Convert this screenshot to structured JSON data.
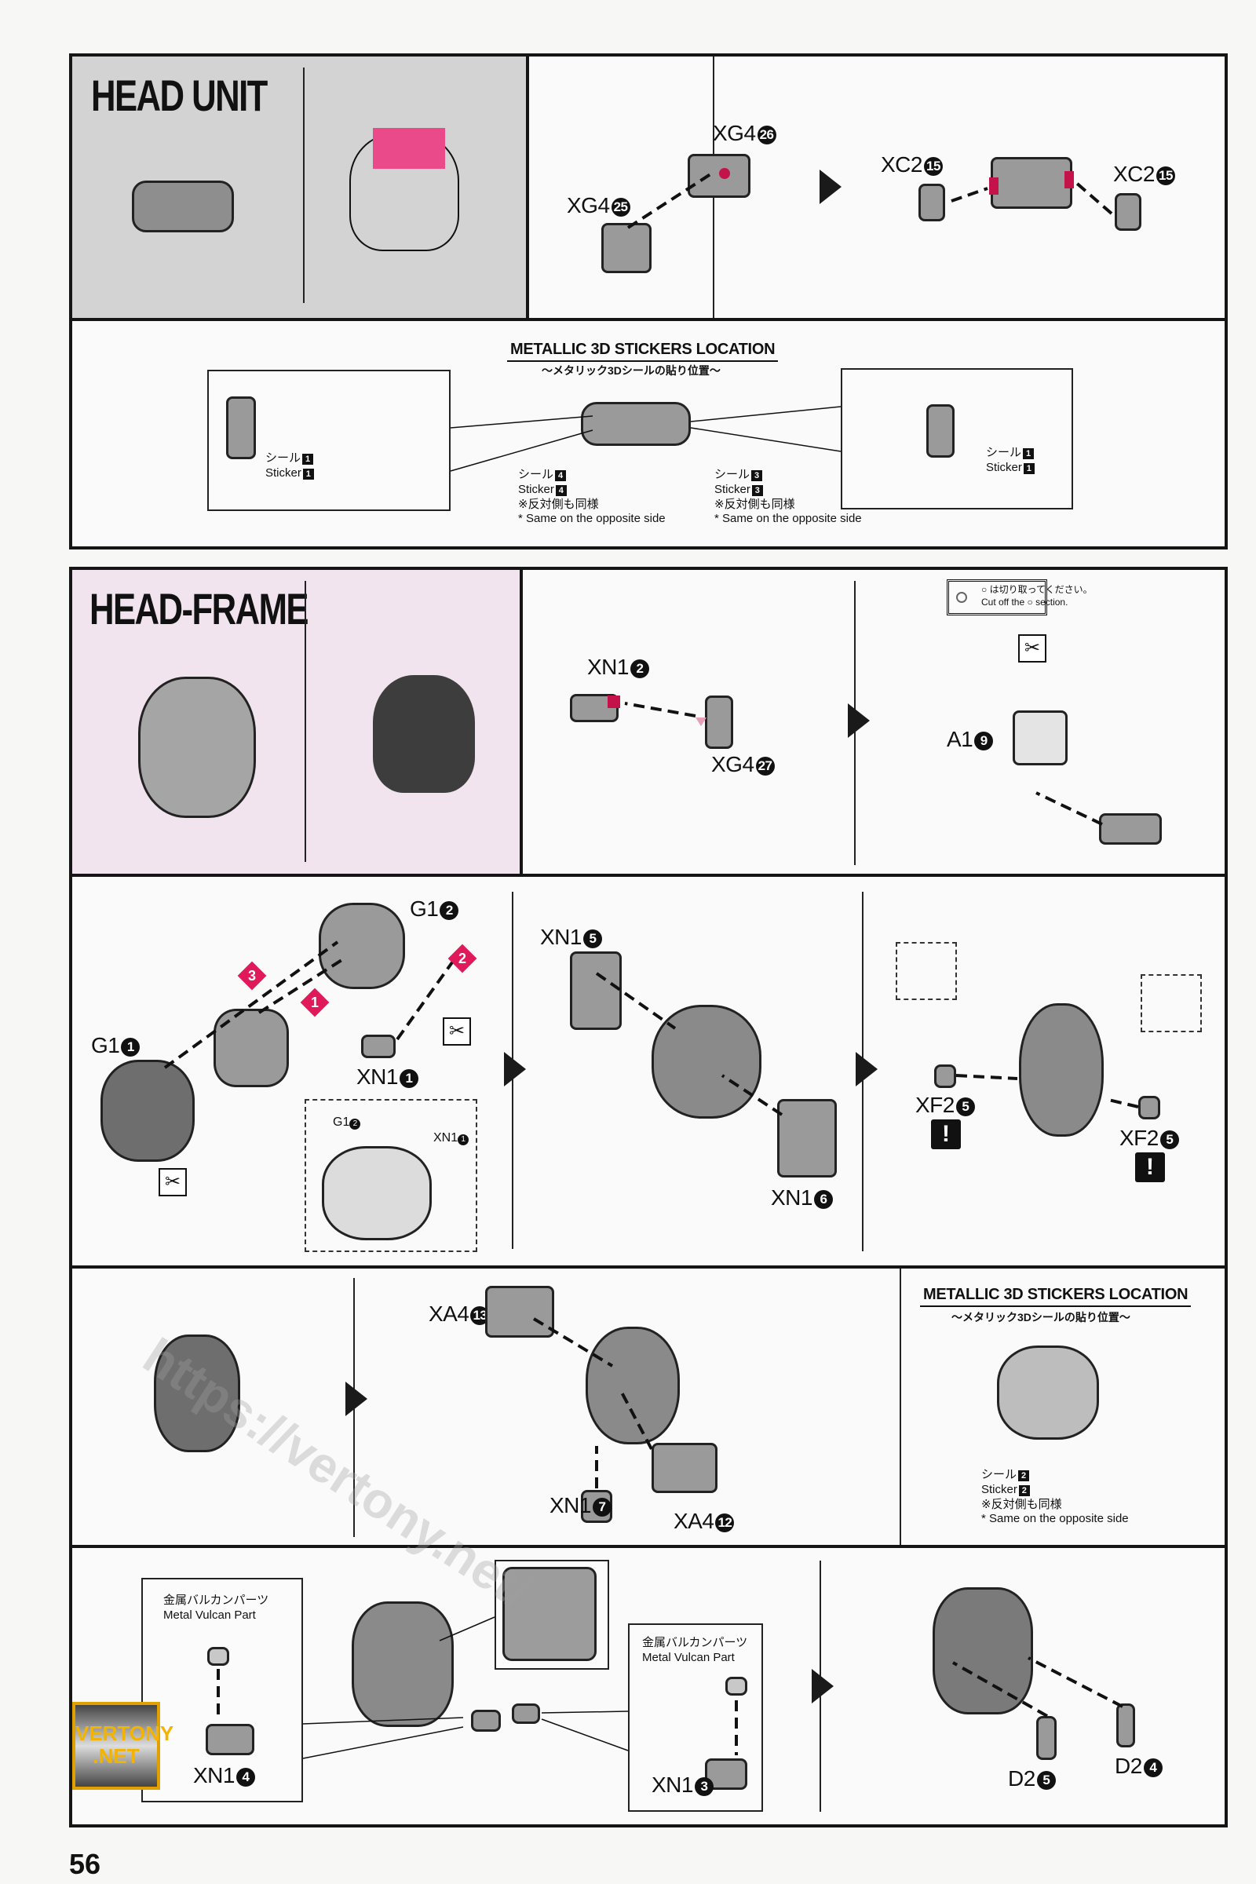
{
  "page_number": "56",
  "colors": {
    "accent_pink": "#e01a5a",
    "part_red": "#c4124a",
    "head_unit_bg": "#d3d3d3",
    "head_frame_bg": "#f1e4ee",
    "line": "#151515"
  },
  "head_unit": {
    "title": "HEAD UNIT",
    "step1": {
      "parts": [
        {
          "code": "XG4",
          "num": "25"
        },
        {
          "code": "XG4",
          "num": "26"
        }
      ]
    },
    "step2": {
      "parts": [
        {
          "code": "XC2",
          "num": "15"
        },
        {
          "code": "XC2",
          "num": "15"
        }
      ]
    },
    "stickers": {
      "title": "METALLIC 3D STICKERS LOCATION",
      "subtitle": "〜メタリック3Dシールの貼り位置〜",
      "callouts": [
        {
          "jp": "シール",
          "en": "Sticker",
          "num": "1"
        },
        {
          "jp": "シール",
          "en": "Sticker",
          "num": "4",
          "note_jp": "※反対側も同様",
          "note_en": "* Same on the opposite side"
        },
        {
          "jp": "シール",
          "en": "Sticker",
          "num": "3",
          "note_jp": "※反対側も同様",
          "note_en": "* Same on the opposite side"
        },
        {
          "jp": "シール",
          "en": "Sticker",
          "num": "1"
        }
      ]
    }
  },
  "head_frame": {
    "title": "HEAD-FRAME",
    "row1": {
      "step1": {
        "parts": [
          {
            "code": "XN1",
            "num": "2"
          },
          {
            "code": "XG4",
            "num": "27"
          }
        ]
      },
      "step2": {
        "notice": {
          "jp": "は切り取ってください。",
          "en_prefix": "Cut off the",
          "en_suffix": "section."
        },
        "parts": [
          {
            "code": "A1",
            "num": "9"
          }
        ]
      }
    },
    "row2": {
      "step1": {
        "parts": [
          {
            "code": "G1",
            "num": "2"
          },
          {
            "code": "G1",
            "num": "1"
          },
          {
            "code": "XN1",
            "num": "1"
          }
        ],
        "order_markers": [
          "3",
          "1",
          "2"
        ],
        "inset_parts": [
          {
            "code": "G1",
            "num": "2"
          },
          {
            "code": "XN1",
            "num": "1"
          }
        ]
      },
      "step2": {
        "parts": [
          {
            "code": "XN1",
            "num": "5"
          },
          {
            "code": "XN1",
            "num": "6"
          }
        ]
      },
      "step3": {
        "parts": [
          {
            "code": "XF2",
            "num": "5"
          },
          {
            "code": "XF2",
            "num": "5"
          }
        ],
        "warning": "!"
      }
    },
    "row3": {
      "step2": {
        "parts": [
          {
            "code": "XA4",
            "num": "13"
          },
          {
            "code": "XN1",
            "num": "7"
          },
          {
            "code": "XA4",
            "num": "12"
          }
        ]
      },
      "stickers": {
        "title": "METALLIC 3D STICKERS LOCATION",
        "subtitle": "〜メタリック3Dシールの貼り位置〜",
        "callout": {
          "jp": "シール",
          "en": "Sticker",
          "num": "2",
          "note_jp": "※反対側も同様",
          "note_en": "* Same on the opposite side"
        }
      }
    },
    "row4": {
      "left_inset": {
        "label_jp": "金属バルカンパーツ",
        "label_en": "Metal Vulcan Part",
        "part": {
          "code": "XN1",
          "num": "4"
        }
      },
      "right_inset": {
        "label_jp": "金属バルカンパーツ",
        "label_en": "Metal Vulcan Part",
        "part": {
          "code": "XN1",
          "num": "3"
        }
      },
      "step2": {
        "parts": [
          {
            "code": "D2",
            "num": "5"
          },
          {
            "code": "D2",
            "num": "4"
          }
        ]
      }
    }
  },
  "watermark": {
    "url": "https://vertony.net/",
    "logo_line1": "VERTONY",
    "logo_line2": ".NET"
  }
}
